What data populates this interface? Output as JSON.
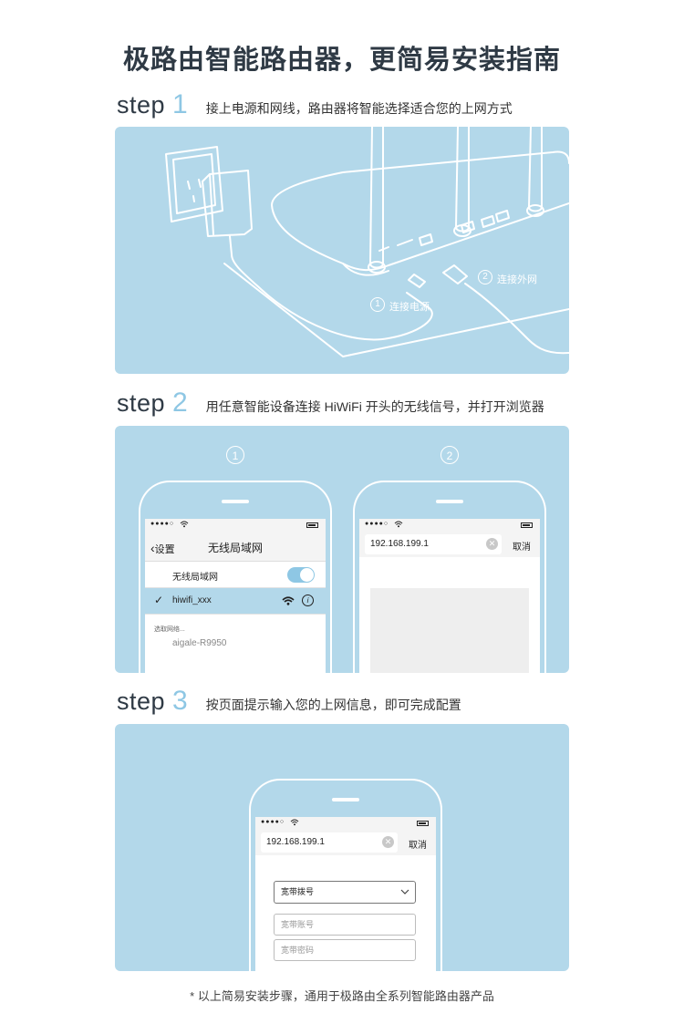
{
  "title": "极路由智能路由器，更简易安装指南",
  "step_word": "step",
  "steps": [
    {
      "num": "1",
      "desc": "接上电源和网线，路由器将智能选择适合您的上网方式",
      "labels": {
        "power": "连接电源",
        "wan": "连接外网",
        "n1": "1",
        "n2": "2"
      }
    },
    {
      "num": "2",
      "desc": "用任意智能设备连接 HiWiFi 开头的无线信号，并打开浏览器",
      "circle1": "1",
      "circle2": "2",
      "phone1": {
        "status_dots": "●●●●○",
        "back": "设置",
        "nav_title": "无线局域网",
        "wlan_label": "无线局域网",
        "selected_network": "hiwifi_xxx",
        "choose_label": "选取网络...",
        "other_network": "aigale-R9950"
      },
      "phone2": {
        "status_dots": "●●●●○",
        "url": "192.168.199.1",
        "cancel": "取消"
      }
    },
    {
      "num": "3",
      "desc": "按页面提示输入您的上网信息，即可完成配置",
      "phone": {
        "status_dots": "●●●●○",
        "url": "192.168.199.1",
        "cancel": "取消",
        "select_value": "宽带拨号",
        "account_placeholder": "宽带账号",
        "password_placeholder": "宽带密码"
      }
    }
  ],
  "footer": "* 以上简易安装步骤，通用于极路由全系列智能路由器产品",
  "colors": {
    "panel": "#b3d8ea",
    "accent": "#8ec7e4",
    "heading": "#2f3a45"
  },
  "icons": [
    "wifi-icon",
    "info-icon",
    "check-icon",
    "chevron-left-icon",
    "chevron-down-icon",
    "clear-icon",
    "battery-icon"
  ]
}
